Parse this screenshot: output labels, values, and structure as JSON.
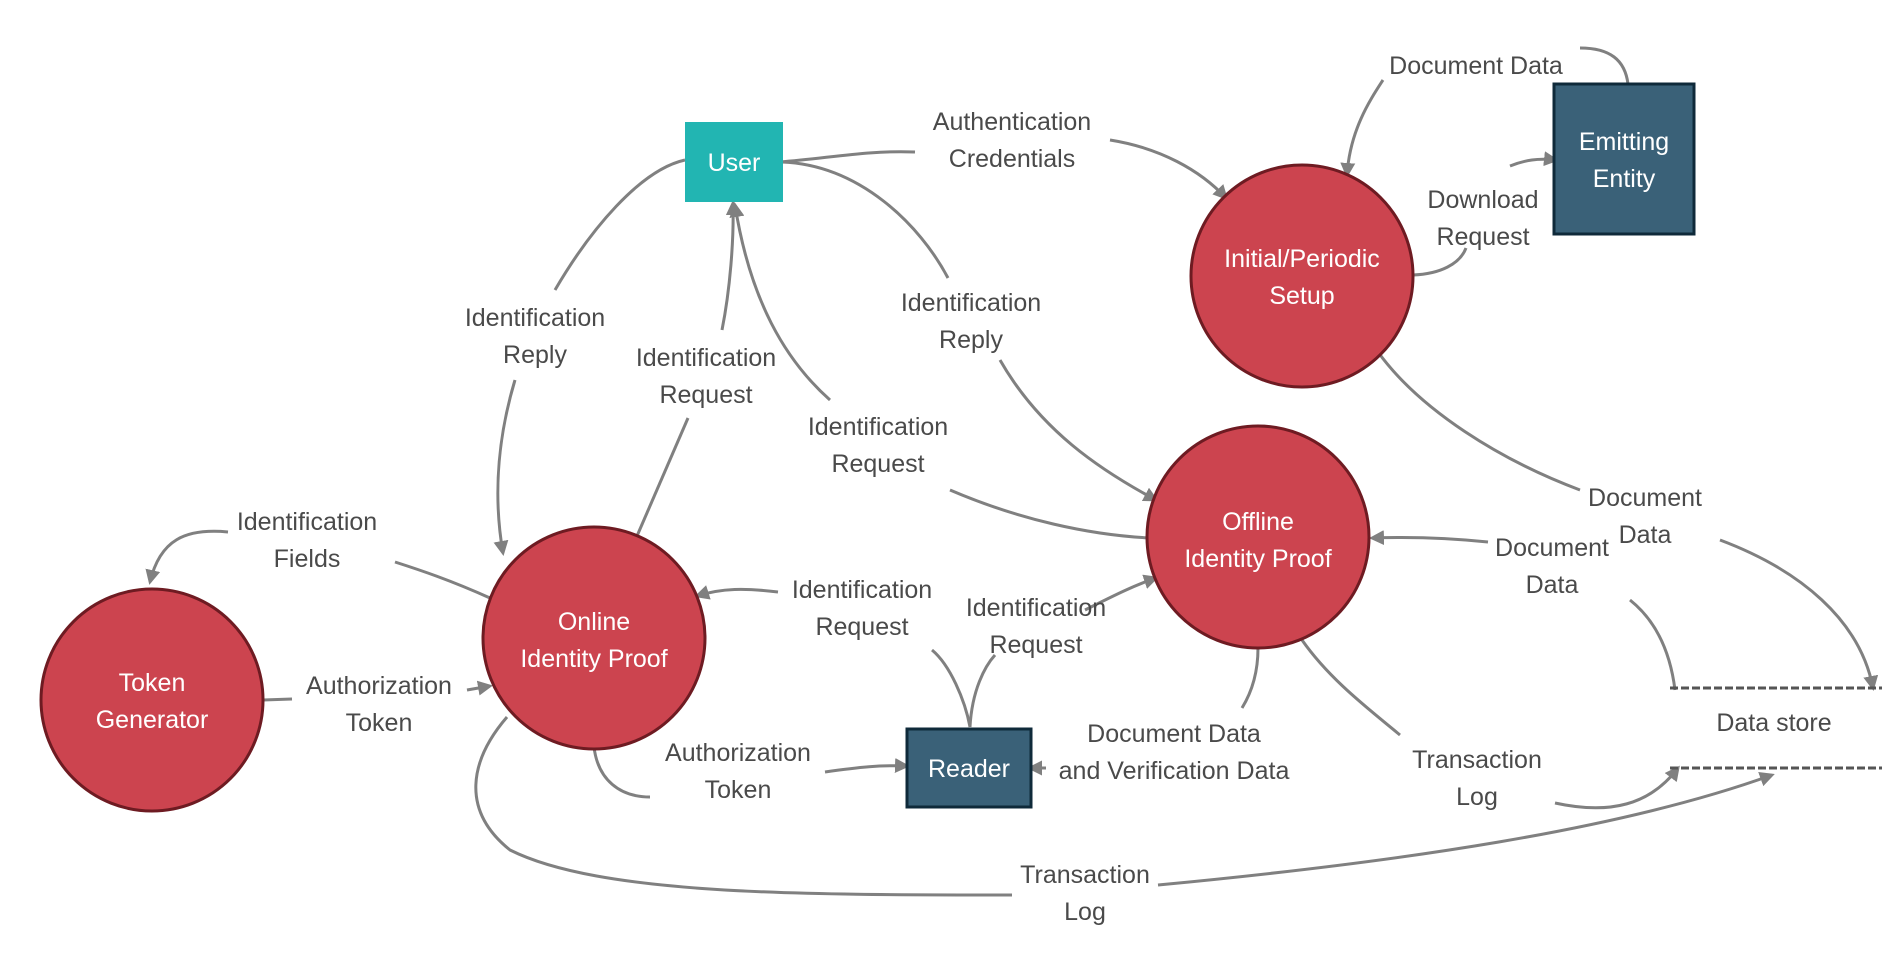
{
  "nodes": {
    "user": "User",
    "emitting_1": "Emitting",
    "emitting_2": "Entity",
    "setup_1": "Initial/Periodic",
    "setup_2": "Setup",
    "offline_1": "Offline",
    "offline_2": "Identity Proof",
    "online_1": "Online",
    "online_2": "Identity Proof",
    "token_1": "Token",
    "token_2": "Generator",
    "reader": "Reader",
    "datastore": "Data store"
  },
  "edges": {
    "doc_data_top": "Document Data",
    "auth_cred_1": "Authentication",
    "auth_cred_2": "Credentials",
    "download_1": "Download",
    "download_2": "Request",
    "id_reply_left_1": "Identification",
    "id_reply_left_2": "Reply",
    "id_req_up_1": "Identification",
    "id_req_up_2": "Request",
    "id_reply_right_1": "Identification",
    "id_reply_right_2": "Reply",
    "id_req_mid_1": "Identification",
    "id_req_mid_2": "Request",
    "doc_data_right_1": "Document",
    "doc_data_right_2": "Data",
    "doc_data_mid_1": "Document",
    "doc_data_mid_2": "Data",
    "id_fields_1": "Identification",
    "id_fields_2": "Fields",
    "id_req_reader_online_1": "Identification",
    "id_req_reader_online_2": "Request",
    "id_req_reader_offline_1": "Identification",
    "id_req_reader_offline_2": "Request",
    "auth_token_tg_1": "Authorization",
    "auth_token_tg_2": "Token",
    "auth_token_reader_1": "Authorization",
    "auth_token_reader_2": "Token",
    "doc_verif_1": "Document Data",
    "doc_verif_2": "and Verification Data",
    "trans_log_right_1": "Transaction",
    "trans_log_right_2": "Log",
    "trans_log_bottom_1": "Transaction",
    "trans_log_bottom_2": "Log"
  },
  "colors": {
    "process": "#cc444f",
    "process_border": "#6e1b22",
    "user": "#22b5b2",
    "entity": "#3a6178",
    "entity_border": "#0f2a3a",
    "edge": "#808080",
    "text": "#4a4a4a"
  }
}
